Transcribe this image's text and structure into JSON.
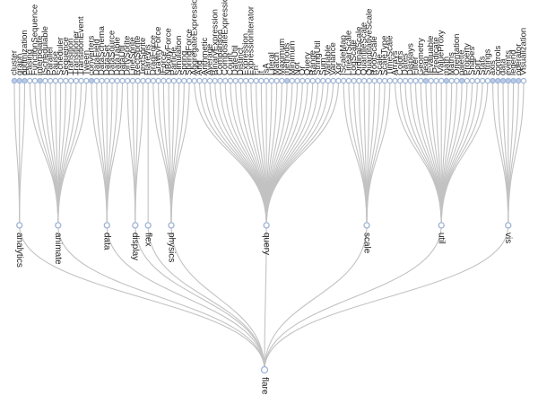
{
  "tree": {
    "root": "flare",
    "colors": {
      "link": "#c2c2c2",
      "node_stroke": "#9fb4d6",
      "node_fill": "#ffffff",
      "collapsed_fill": "#b8cbe8",
      "text": "#222222"
    },
    "groups": [
      {
        "name": "analytics",
        "children": [
          {
            "name": "cluster",
            "collapsed": true
          },
          {
            "name": "graph",
            "collapsed": true
          },
          {
            "name": "optimization",
            "collapsed": true
          }
        ]
      },
      {
        "name": "animate",
        "children": [
          {
            "name": "Easing"
          },
          {
            "name": "FunctionSequence"
          },
          {
            "name": "interpolate",
            "collapsed": true
          },
          {
            "name": "ISchedulable"
          },
          {
            "name": "Parallel"
          },
          {
            "name": "Pause"
          },
          {
            "name": "Scheduler"
          },
          {
            "name": "Sequence"
          },
          {
            "name": "Transition"
          },
          {
            "name": "Transitioner"
          },
          {
            "name": "TransitionEvent"
          },
          {
            "name": "Tween"
          }
        ]
      },
      {
        "name": "data",
        "children": [
          {
            "name": "converters",
            "collapsed": true
          },
          {
            "name": "DataField"
          },
          {
            "name": "DataSchema"
          },
          {
            "name": "DataSet"
          },
          {
            "name": "DataSource"
          },
          {
            "name": "DataTable"
          },
          {
            "name": "DataUtil"
          }
        ]
      },
      {
        "name": "display",
        "children": [
          {
            "name": "DirtySprite"
          },
          {
            "name": "LineSprite"
          },
          {
            "name": "RectSprite"
          },
          {
            "name": "TextSprite"
          }
        ]
      },
      {
        "name": "flex",
        "children": [
          {
            "name": "FlareVis"
          }
        ]
      },
      {
        "name": "physics",
        "children": [
          {
            "name": "DragForce"
          },
          {
            "name": "GravityForce"
          },
          {
            "name": "IForce"
          },
          {
            "name": "NBodyForce"
          },
          {
            "name": "Particle"
          },
          {
            "name": "Simulation"
          },
          {
            "name": "Spring"
          },
          {
            "name": "SpringForce"
          }
        ]
      },
      {
        "name": "query",
        "children": [
          {
            "name": "AggregateExpression"
          },
          {
            "name": "And"
          },
          {
            "name": "Arithmetic"
          },
          {
            "name": "Average"
          },
          {
            "name": "BinaryExpression"
          },
          {
            "name": "Comparison"
          },
          {
            "name": "CompositeExpression"
          },
          {
            "name": "Count"
          },
          {
            "name": "DateUtil"
          },
          {
            "name": "Distinct"
          },
          {
            "name": "Expression"
          },
          {
            "name": "ExpressionIterator"
          },
          {
            "name": "Fn"
          },
          {
            "name": "If"
          },
          {
            "name": "IsA"
          },
          {
            "name": "Literal"
          },
          {
            "name": "Match"
          },
          {
            "name": "Maximum"
          },
          {
            "name": "methods",
            "collapsed": true
          },
          {
            "name": "Minimum"
          },
          {
            "name": "Not"
          },
          {
            "name": "Or"
          },
          {
            "name": "Query"
          },
          {
            "name": "Range"
          },
          {
            "name": "StringUtil"
          },
          {
            "name": "Sum"
          },
          {
            "name": "Variable"
          },
          {
            "name": "Variance"
          },
          {
            "name": "Xor"
          }
        ]
      },
      {
        "name": "scale",
        "children": [
          {
            "name": "IScaleMap"
          },
          {
            "name": "LinearScale"
          },
          {
            "name": "LogScale"
          },
          {
            "name": "OrdinalScale"
          },
          {
            "name": "QuantileScale"
          },
          {
            "name": "QuantitativeScale"
          },
          {
            "name": "RootScale"
          },
          {
            "name": "Scale"
          },
          {
            "name": "ScaleType"
          },
          {
            "name": "TimeScale"
          }
        ]
      },
      {
        "name": "util",
        "children": [
          {
            "name": "Arrays"
          },
          {
            "name": "Colors"
          },
          {
            "name": "Dates"
          },
          {
            "name": "Displays"
          },
          {
            "name": "Filter"
          },
          {
            "name": "Geometry"
          },
          {
            "name": "heap",
            "collapsed": true
          },
          {
            "name": "IEvaluable"
          },
          {
            "name": "IPredicate"
          },
          {
            "name": "IValueProxy"
          },
          {
            "name": "math",
            "collapsed": true
          },
          {
            "name": "Maths"
          },
          {
            "name": "Orientation"
          },
          {
            "name": "palette",
            "collapsed": true
          },
          {
            "name": "Property"
          },
          {
            "name": "Shapes"
          },
          {
            "name": "Sort"
          },
          {
            "name": "Stats"
          },
          {
            "name": "Strings"
          }
        ]
      },
      {
        "name": "vis",
        "children": [
          {
            "name": "axis",
            "collapsed": true
          },
          {
            "name": "controls",
            "collapsed": true
          },
          {
            "name": "data",
            "collapsed": true
          },
          {
            "name": "events",
            "collapsed": true
          },
          {
            "name": "legend",
            "collapsed": true
          },
          {
            "name": "operator",
            "collapsed": true
          },
          {
            "name": "Visualization"
          }
        ]
      }
    ]
  }
}
